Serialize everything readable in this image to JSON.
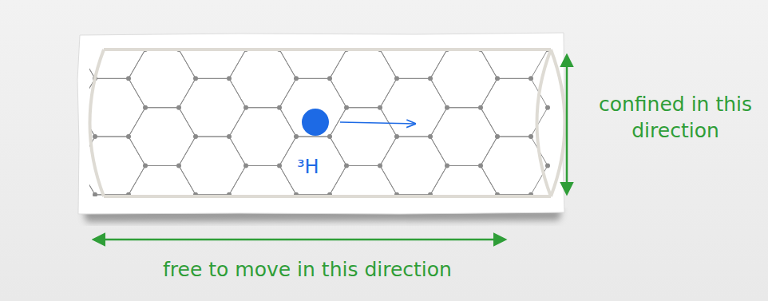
{
  "diagram": {
    "labels": [
      "³H",
      "confined in this direction",
      "free to move in this direction"
    ]
  }
}
